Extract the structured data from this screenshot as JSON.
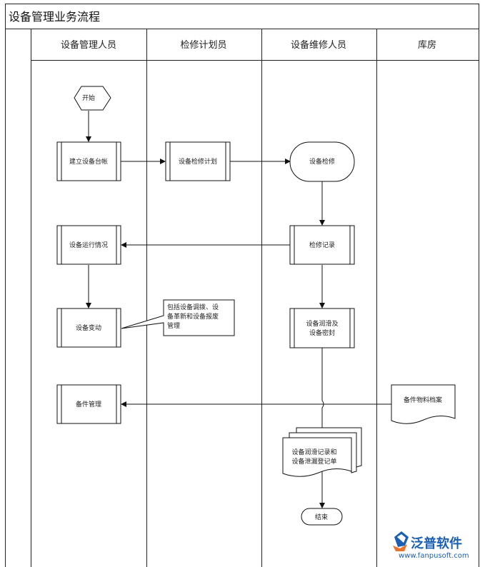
{
  "title": "设备管理业务流程",
  "lanes": [
    "设备管理人员",
    "检修计划员",
    "设备维修人员",
    "库房"
  ],
  "nodes": {
    "start": "开始",
    "ledger": "建立设备台帐",
    "plan": "设备检修计划",
    "repair": "设备检修",
    "record": "检修记录",
    "status": "设备运行情况",
    "change": "设备变动",
    "note": [
      "包括设备调拨、设",
      "备革新和设备报废",
      "管理"
    ],
    "lube": [
      "设备润滑及",
      "设备密封"
    ],
    "spare": "备件管理",
    "archive": "备件物料档案",
    "docs": [
      "设备润滑记录和",
      "设备泄漏登记单"
    ],
    "end": "结束"
  },
  "brand": {
    "name": "泛普软件",
    "url": "www.fanpusoft.com"
  }
}
